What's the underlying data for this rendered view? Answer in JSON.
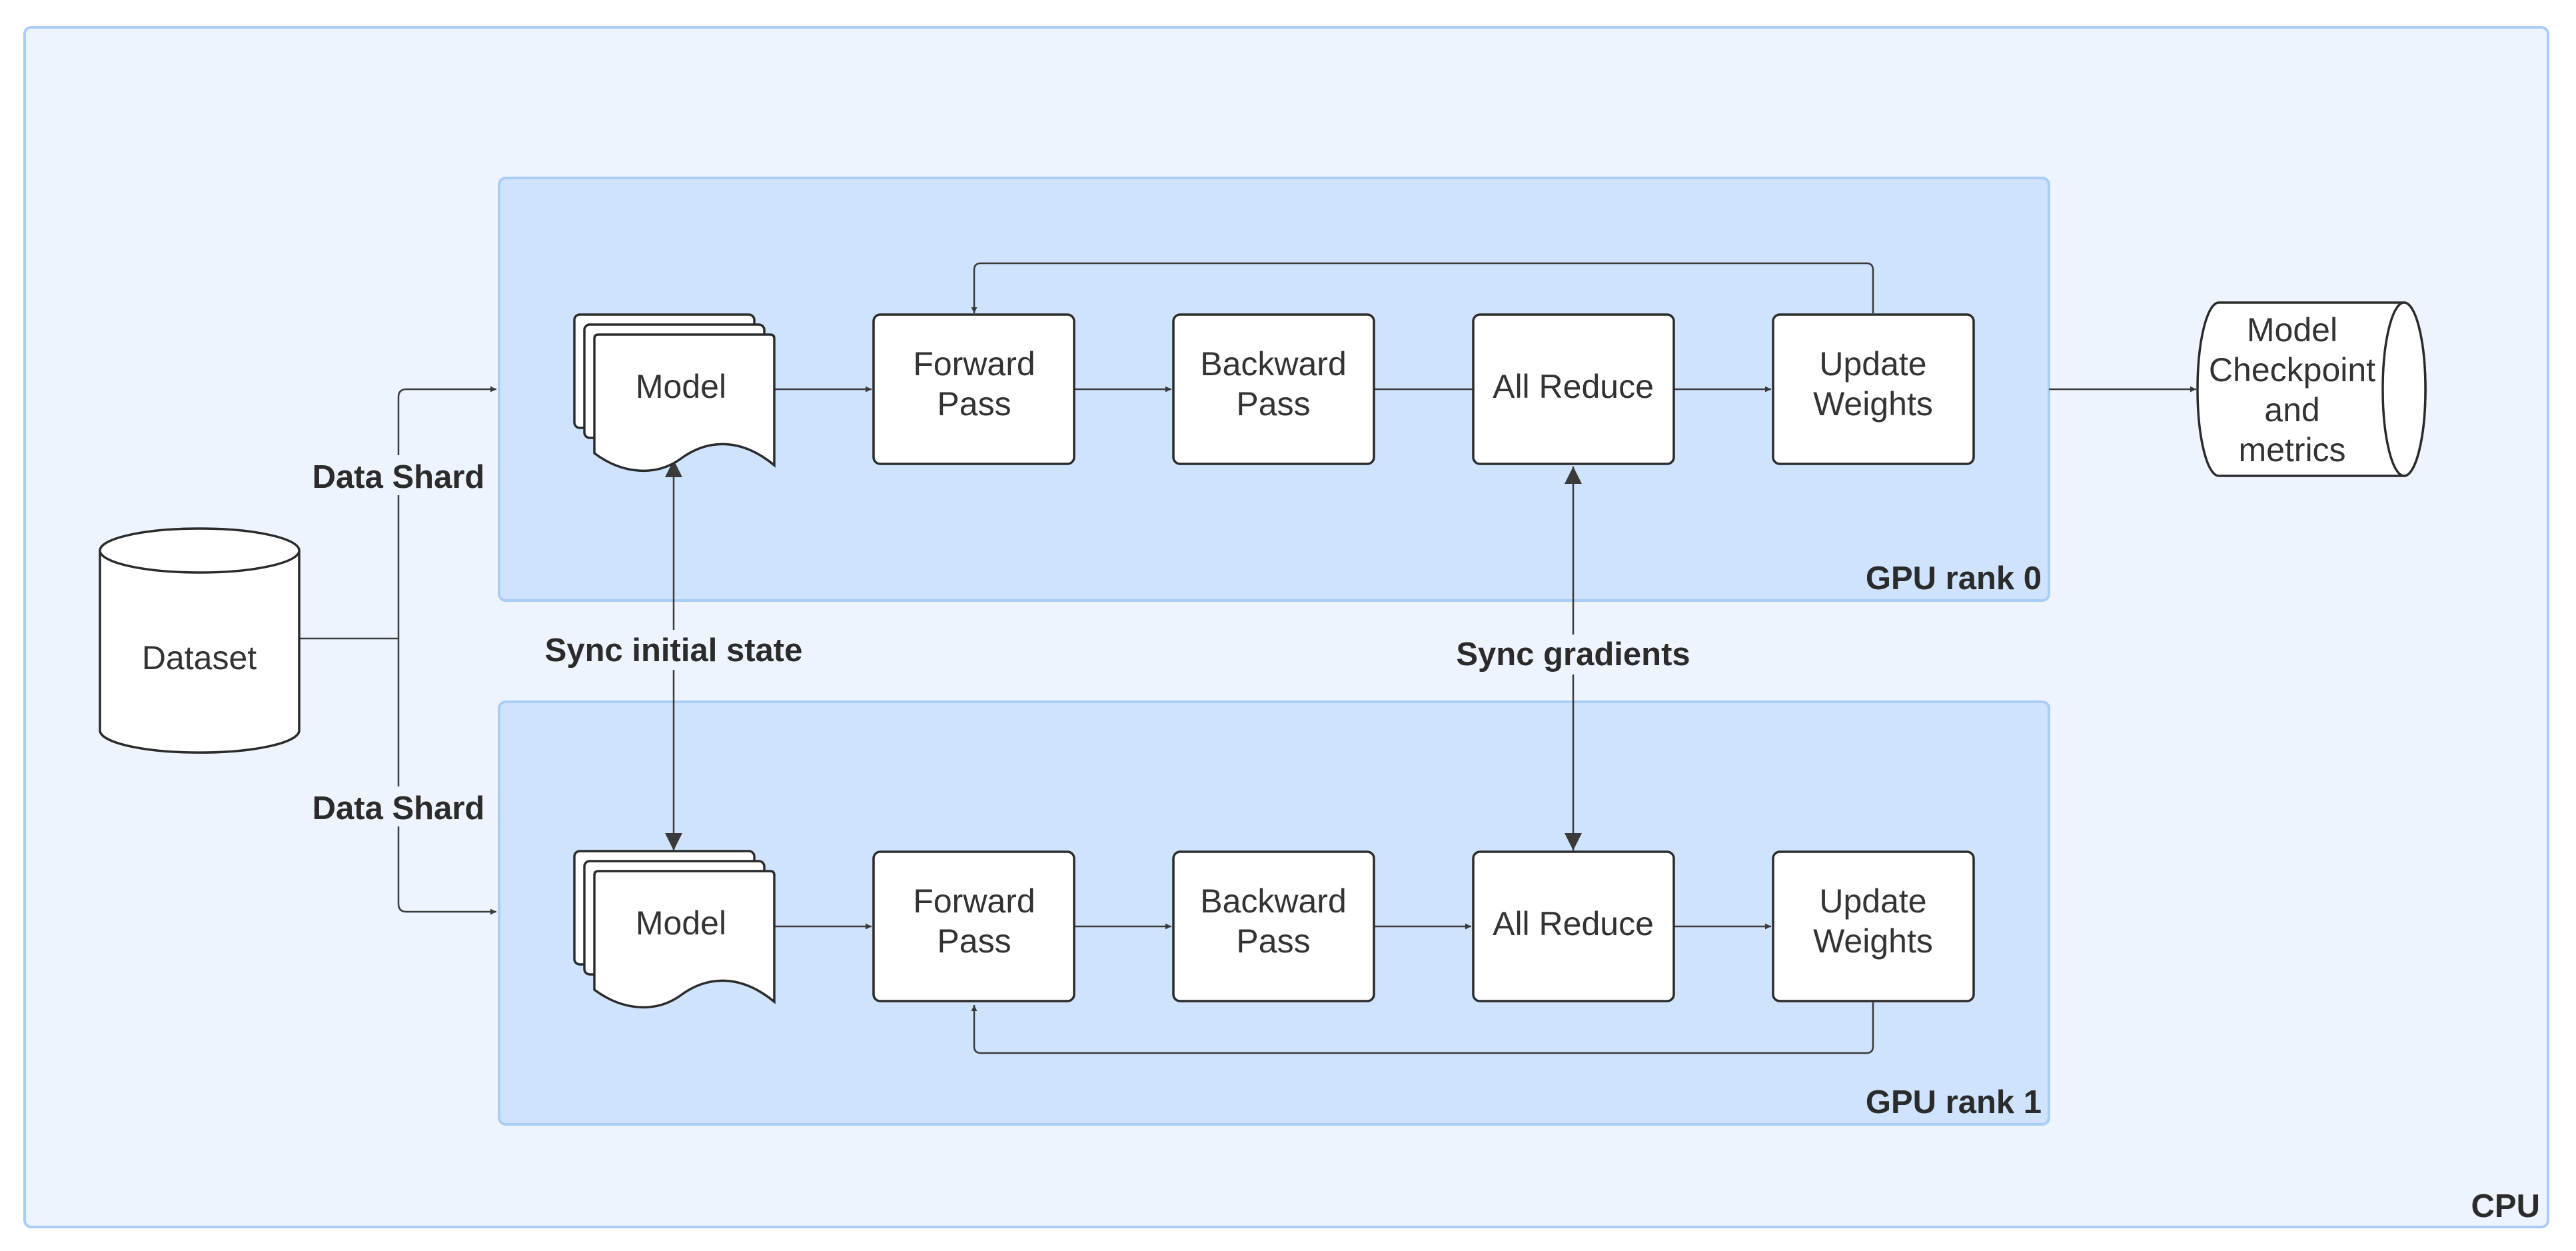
{
  "cpu": {
    "label": "CPU"
  },
  "gpu0": {
    "label": "GPU rank 0"
  },
  "gpu1": {
    "label": "GPU rank 1"
  },
  "dataset": {
    "label": "Dataset"
  },
  "labels": {
    "data_shard_top": "Data Shard",
    "data_shard_bottom": "Data Shard",
    "sync_initial_state": "Sync initial state",
    "sync_gradients": "Sync gradients"
  },
  "rank0": {
    "model": "Model",
    "forward": [
      "Forward",
      "Pass"
    ],
    "backward": [
      "Backward",
      "Pass"
    ],
    "allreduce": "All Reduce",
    "update": [
      "Update",
      "Weights"
    ]
  },
  "rank1": {
    "model": "Model",
    "forward": [
      "Forward",
      "Pass"
    ],
    "backward": [
      "Backward",
      "Pass"
    ],
    "allreduce": "All Reduce",
    "update": [
      "Update",
      "Weights"
    ]
  },
  "checkpoint": {
    "lines": [
      "Model",
      "Checkpoint",
      "and",
      "metrics"
    ]
  },
  "colors": {
    "cpu_fill": "#edf4fe",
    "cpu_stroke": "#a9cdf7",
    "gpu_fill": "#cfe3fd",
    "gpu_stroke": "#a9cdf7",
    "node_stroke": "#2b2b2b",
    "text": "#333333"
  }
}
